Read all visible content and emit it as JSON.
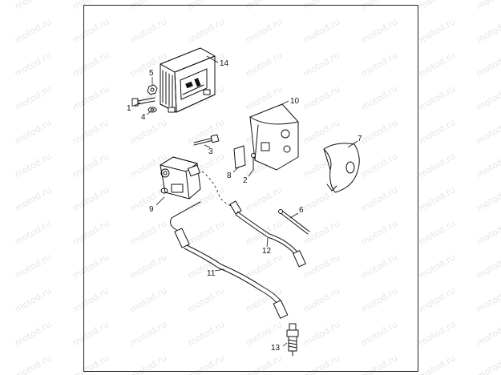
{
  "watermark": {
    "text": "motod.ru",
    "color": "#e6e6e6"
  },
  "parts": [
    {
      "id": "1",
      "label": "1",
      "icon": "bolt"
    },
    {
      "id": "2",
      "label": "2",
      "icon": "screw"
    },
    {
      "id": "3",
      "label": "3",
      "icon": "bolt"
    },
    {
      "id": "4",
      "label": "4",
      "icon": "washer"
    },
    {
      "id": "5",
      "label": "5",
      "icon": "nut"
    },
    {
      "id": "6",
      "label": "6",
      "icon": "pin"
    },
    {
      "id": "7",
      "label": "7",
      "icon": "cover"
    },
    {
      "id": "8",
      "label": "8",
      "icon": "gasket"
    },
    {
      "id": "9",
      "label": "9",
      "icon": "ignition-coil"
    },
    {
      "id": "10",
      "label": "10",
      "icon": "coil-cover"
    },
    {
      "id": "11",
      "label": "11",
      "icon": "spark-plug-wire"
    },
    {
      "id": "12",
      "label": "12",
      "icon": "spark-plug-wire"
    },
    {
      "id": "13",
      "label": "13",
      "icon": "spark-plug"
    },
    {
      "id": "14",
      "label": "14",
      "icon": "ignition-module"
    }
  ]
}
